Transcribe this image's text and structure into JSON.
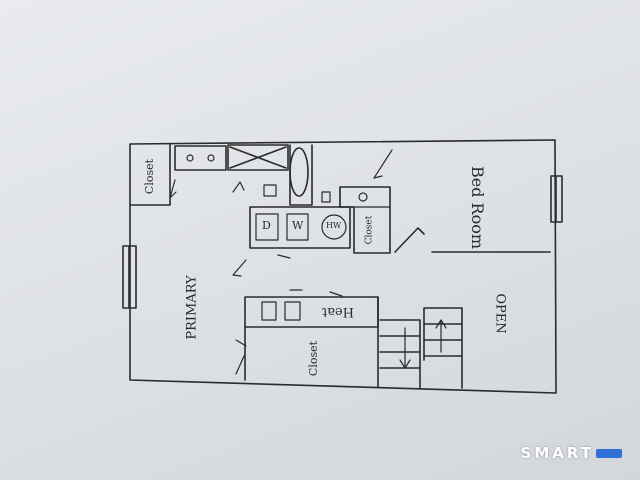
{
  "plan": {
    "closet_top_left": "Closet",
    "bedroom": "Bed Room",
    "primary": "PRIMARY",
    "closet_bottom": "Closet",
    "closet_small": "Closet",
    "open": "OPEN",
    "heat": "Heat",
    "dryer": "D",
    "washer": "W",
    "water_heater": "HW"
  },
  "watermark": "SMART"
}
